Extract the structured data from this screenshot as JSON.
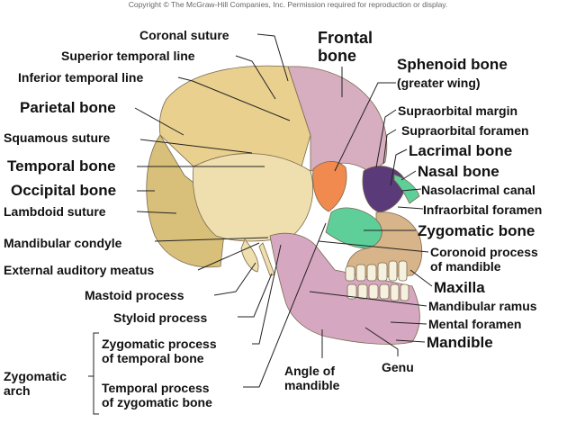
{
  "copyright": "Copyright © The McGraw-Hill Companies, Inc. Permission required for reproduction or display.",
  "colors": {
    "parietal": "#e9d08e",
    "temporal": "#f0dfae",
    "frontal": "#d7aebf",
    "sphenoid": "#f08a4e",
    "zygomatic": "#5fcf9a",
    "mandible": "#d6a7c0",
    "maxilla": "#d8b48a",
    "occipital": "#d9c07a",
    "teeth": "#f6f1df",
    "leader": "#222222"
  },
  "labels": {
    "coronal_suture": "Coronal suture",
    "superior_temporal_line": "Superior temporal line",
    "inferior_temporal_line": "Inferior temporal line",
    "parietal_bone": "Parietal bone",
    "squamous_suture": "Squamous suture",
    "temporal_bone": "Temporal bone",
    "occipital_bone": "Occipital bone",
    "lambdoid_suture": "Lambdoid suture",
    "mandibular_condyle": "Mandibular condyle",
    "external_auditory_meatus": "External auditory meatus",
    "mastoid_process": "Mastoid process",
    "styloid_process": "Styloid process",
    "zygomatic_process": [
      "Zygomatic process",
      "of temporal bone"
    ],
    "zygomatic_arch": [
      "Zygomatic",
      "arch"
    ],
    "temporal_process": [
      "Temporal process",
      "of zygomatic bone"
    ],
    "angle_of_mandible": [
      "Angle of",
      "mandible"
    ],
    "genu": "Genu",
    "frontal_bone": [
      "Frontal",
      "bone"
    ],
    "sphenoid_bone": "Sphenoid bone",
    "greater_wing": "(greater wing)",
    "supraorbital_margin": "Supraorbital margin",
    "supraorbital_foramen": "Supraorbital foramen",
    "lacrimal_bone": "Lacrimal bone",
    "nasal_bone": "Nasal bone",
    "nasolacrimal_canal": "Nasolacrimal canal",
    "infraorbital_foramen": "Infraorbital foramen",
    "zygomatic_bone": "Zygomatic bone",
    "coronoid_process": [
      "Coronoid process",
      "of mandible"
    ],
    "maxilla": "Maxilla",
    "mandibular_ramus": "Mandibular ramus",
    "mental_foramen": "Mental foramen",
    "mandible": "Mandible"
  }
}
